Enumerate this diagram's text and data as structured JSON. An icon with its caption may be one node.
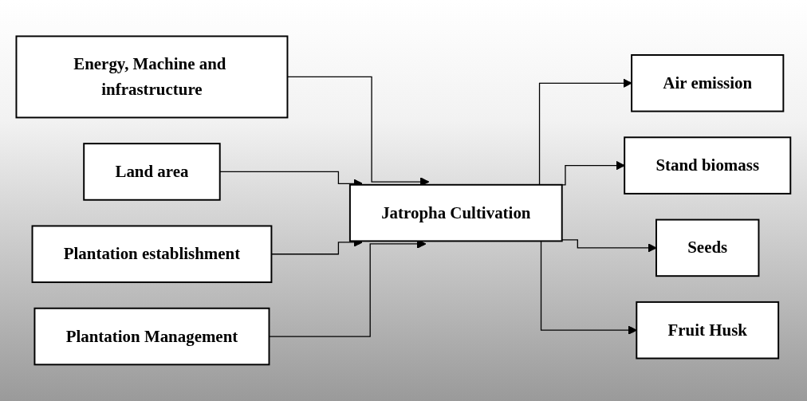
{
  "diagram": {
    "nodes": [
      {
        "text": [
          "Energy, Machine and infrastructure"
        ]
      },
      {
        "text": [
          "Land area"
        ]
      },
      {
        "text": [
          "Plantation establishment"
        ]
      },
      {
        "text": [
          "Plantation Management"
        ]
      },
      {
        "text": [
          "Jatropha Cultivation"
        ]
      },
      {
        "text": [
          "Air emission"
        ]
      },
      {
        "text": [
          "Stand biomass"
        ]
      },
      {
        "text": [
          "Seeds"
        ]
      },
      {
        "text": [
          "Fruit Husk"
        ]
      }
    ],
    "edges": [
      {
        "from": 0,
        "to": 4,
        "arrow": "to"
      },
      {
        "from": 1,
        "to": 4,
        "arrow": "to"
      },
      {
        "from": 2,
        "to": 4,
        "arrow": "to"
      },
      {
        "from": 3,
        "to": 4,
        "arrow": "to"
      },
      {
        "from": 4,
        "to": 5,
        "arrow": "to"
      },
      {
        "from": 4,
        "to": 6,
        "arrow": "to"
      },
      {
        "from": 4,
        "to": 7,
        "arrow": "to"
      },
      {
        "from": 4,
        "to": 8,
        "arrow": "to"
      }
    ]
  }
}
